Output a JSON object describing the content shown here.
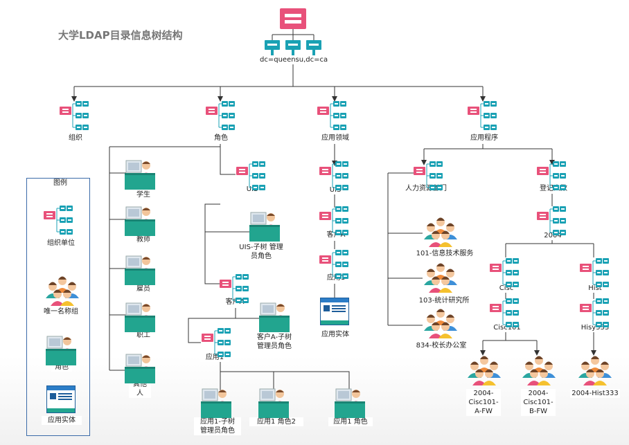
{
  "title": "大学LDAP目录信息树结构",
  "root": "dc=queensu,dc=ca",
  "branches": {
    "org": "组织",
    "role": "角色",
    "appdomain": "应用领域",
    "apps": "应用程序"
  },
  "roles": {
    "student": "学生",
    "teacher": "教师",
    "employee": "雇员",
    "staff": "职工",
    "other": "其他\n人",
    "uis": "UIS",
    "uis_subtree_admin": "UIS-子树 管理\n员角色",
    "clientA": "客户A",
    "clientA_subtree_admin": "客户A-子树\n管理员角色",
    "app1": "应用1",
    "app1_subtree_admin": "应用1-子树\n管理员角色",
    "app1_role2": "应用1 角色2",
    "app1_role": "应用1 角色"
  },
  "domain": {
    "uis": "UIS",
    "clientA": "客户A",
    "app1": "应用1",
    "app_entity": "应用实体"
  },
  "programs": {
    "hr": "人力资源部门",
    "it_service": "101-信息技术服务",
    "stats": "103-统计研究所",
    "principal": "834-校长办公室",
    "registration": "登记人数",
    "year": "2004",
    "cisc": "Cisc",
    "cisc101": "Cisc101",
    "hist": "Hist",
    "hisy333": "Hisy333",
    "fw_a": "2004-\nCisc101-\nA-FW",
    "fw_b": "2004-\nCisc101-\nB-FW",
    "hist333": "2004-Hist333"
  },
  "legend": {
    "title": "图例",
    "org_unit": "组织单位",
    "unique_group": "唯一名称组",
    "role": "角色",
    "app_entity": "应用实体"
  },
  "colors": {
    "pink": "#e8517a",
    "teal": "#1aa1b4",
    "line": "#333333",
    "legend_border": "#3a6aa8"
  }
}
